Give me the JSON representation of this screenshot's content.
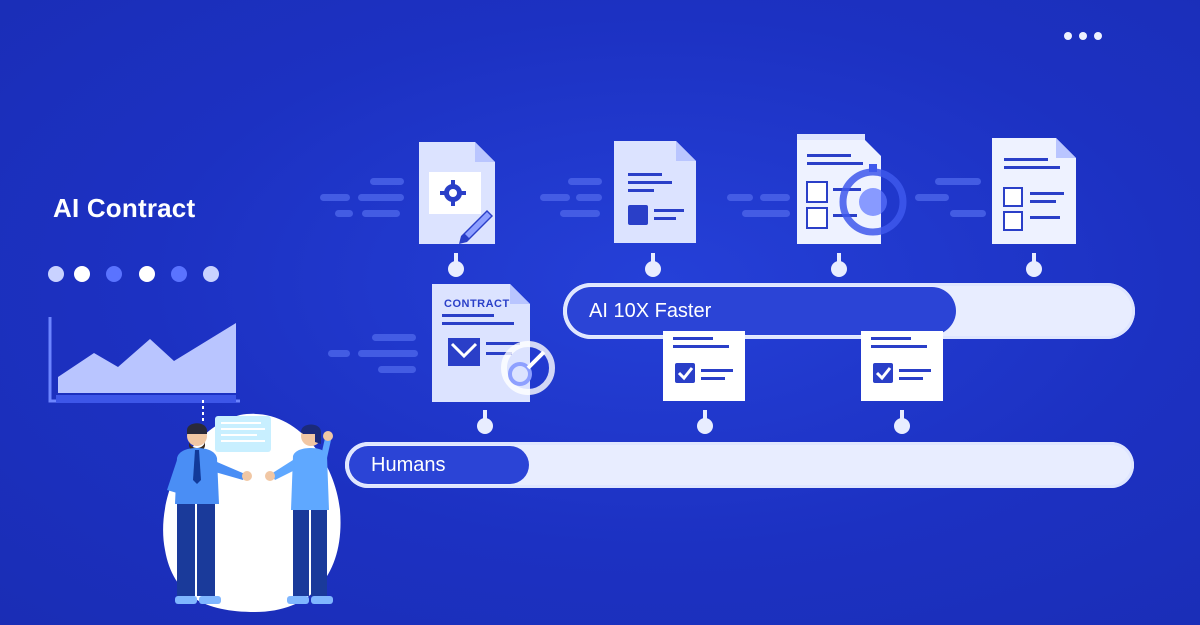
{
  "title": "AI Contract",
  "banner_dots": [
    "#c9d2ff",
    "#ffffff",
    "#5a73ff",
    "#ffffff",
    "#5a73ff",
    "#c9d2ff"
  ],
  "colors": {
    "background": "#1d33c7",
    "track": "#e8edff",
    "fill": "#2b44d6",
    "document": "#dce3ff",
    "accent": "#2a3fc8"
  },
  "ai_bar": {
    "label": "AI 10X Faster",
    "progress": 0.69
  },
  "human_bar": {
    "label": "Humans",
    "progress": 0.23
  },
  "documents": {
    "contract_label": "CONTRACT"
  },
  "icons": [
    "gear-icon",
    "pen-icon",
    "checkbox-icon",
    "stopwatch-icon",
    "speech-bubble-icon",
    "chart-icon",
    "menu-dots-icon"
  ]
}
